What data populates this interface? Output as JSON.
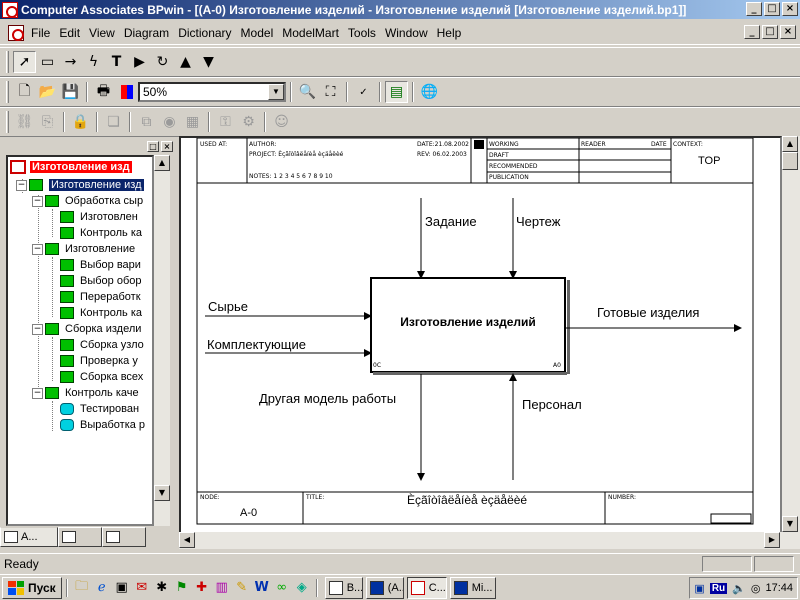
{
  "window": {
    "title": "Computer Associates BPwin - [(A-0) Изготовление изделий - Изготовление изделий  [Изготовление изделий.bp1]]",
    "min": "_",
    "max": "□",
    "close": "×"
  },
  "menu": {
    "items": [
      "File",
      "Edit",
      "View",
      "Diagram",
      "Dictionary",
      "Model",
      "ModelMart",
      "Tools",
      "Window",
      "Help"
    ]
  },
  "toolbar": {
    "zoom_value": "50%"
  },
  "tree": {
    "root": "Изготовление изд",
    "items": [
      {
        "label": "Изготовление изд",
        "level": 1,
        "kind": "sq",
        "selected": true
      },
      {
        "label": "Обработка сыр",
        "level": 2,
        "kind": "sq"
      },
      {
        "label": "Изготовлен",
        "level": 3,
        "kind": "sq"
      },
      {
        "label": "Контроль ка",
        "level": 3,
        "kind": "sq"
      },
      {
        "label": "Изготовление",
        "level": 2,
        "kind": "sq"
      },
      {
        "label": "Выбор вари",
        "level": 3,
        "kind": "sq"
      },
      {
        "label": "Выбор обор",
        "level": 3,
        "kind": "sq"
      },
      {
        "label": "Переработк",
        "level": 3,
        "kind": "sq"
      },
      {
        "label": "Контроль ка",
        "level": 3,
        "kind": "sq"
      },
      {
        "label": "Сборка издели",
        "level": 2,
        "kind": "sq"
      },
      {
        "label": "Сборка узло",
        "level": 3,
        "kind": "sq"
      },
      {
        "label": "Проверка у",
        "level": 3,
        "kind": "sq"
      },
      {
        "label": "Сборка всех",
        "level": 3,
        "kind": "sq"
      },
      {
        "label": "Контроль каче",
        "level": 2,
        "kind": "sq"
      },
      {
        "label": "Тестирован",
        "level": 3,
        "kind": "cyl"
      },
      {
        "label": "Выработка р",
        "level": 3,
        "kind": "cyl"
      }
    ],
    "tabs": [
      "A...",
      "",
      ""
    ]
  },
  "diagram": {
    "header": {
      "used_at": "USED AT:",
      "author": "AUTHOR:",
      "project": "PROJECT:  Èçãîòîâëåíèå èçäåëèé",
      "notes": "NOTES:  1  2  3  4  5  6  7  8  9  10",
      "date": "DATE:21.08.2002",
      "rev": "REV:  06.02.2003",
      "working": "WORKING",
      "draft": "DRAFT",
      "recommended": "RECOMMENDED",
      "publication": "PUBLICATION",
      "reader": "READER",
      "date_col": "DATE",
      "context": "CONTEXT:",
      "top": "TOP"
    },
    "activity": {
      "name": "Изготовление изделий",
      "cost": "0С",
      "number": "А0"
    },
    "arrows": {
      "control1": "Задание",
      "control2": "Чертеж",
      "input1": "Сырье",
      "input2": "Комплектующие",
      "output1": "Готовые изделия",
      "mechanism1": "Другая модель работы",
      "mechanism2": "Персонал"
    },
    "footer": {
      "node": "NODE:",
      "node_value": "A-0",
      "title": "TITLE:",
      "title_value": "Èçãîòîâëåíèå èçäåëèé",
      "number": "NUMBER:"
    }
  },
  "status": {
    "text": "Ready"
  },
  "taskbar": {
    "start": "Пуск",
    "buttons": [
      "B...",
      "(A...",
      "C...",
      "Mi..."
    ],
    "lang": "Ru",
    "time": "17:44"
  }
}
